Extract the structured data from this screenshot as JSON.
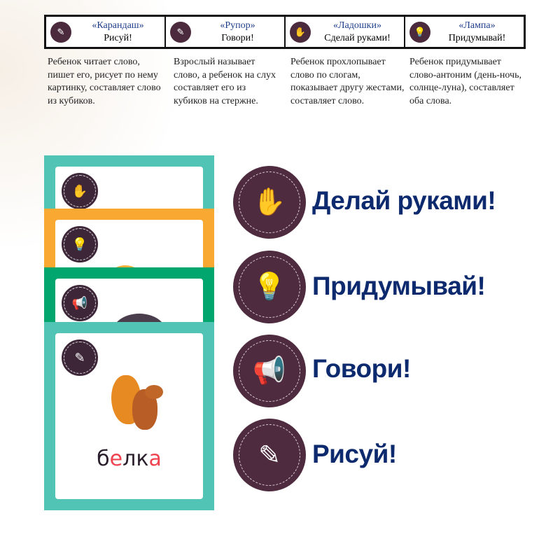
{
  "table": [
    {
      "name": "«Карандаш»",
      "action": "Рисуй!",
      "icon": "pencil-icon",
      "desc": "Ребенок читает слово, пишет его, рисует по нему картинку, составляет слово из кубиков."
    },
    {
      "name": "«Рупор»",
      "action": "Говори!",
      "icon": "megaphone-icon",
      "desc": "Взрослый называет слово, а ребенок на слух составляет его из кубиков на стержне."
    },
    {
      "name": "«Ладошки»",
      "action": "Сделай руками!",
      "icon": "hands-icon",
      "desc": "Ребенок прохлопывает слово по слогам, показывает другу жестами, составляет слово."
    },
    {
      "name": "«Лампа»",
      "action": "Придумывай!",
      "icon": "lightbulb-icon",
      "desc": "Ребенок придумывает слово-антоним (день-ночь, солнце-луна), составляет оба слова."
    }
  ],
  "cards": {
    "word_letters": [
      "б",
      "е",
      "л",
      "к",
      "а"
    ],
    "colors": [
      "#52c4b6",
      "#f9a832",
      "#00a66e",
      "#52c4b6"
    ]
  },
  "modes": [
    "Делай руками!",
    "Придумывай!",
    "Говори!",
    "Рисуй!"
  ]
}
